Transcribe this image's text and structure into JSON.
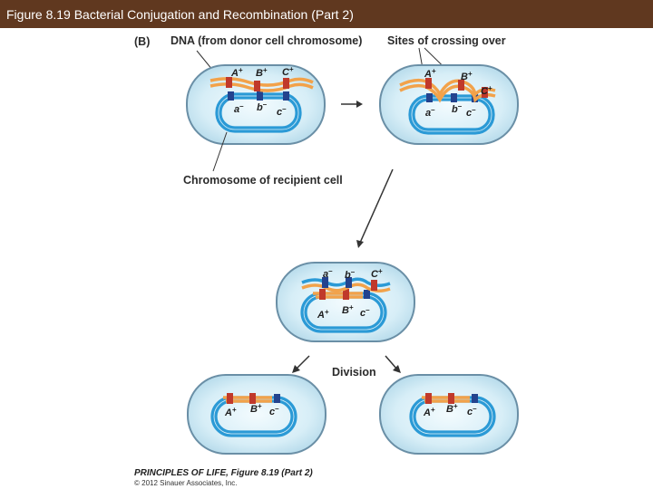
{
  "title": "Figure 8.19 Bacterial Conjugation and Recombination (Part 2)",
  "panel_label": "(B)",
  "labels": {
    "donor_dna": "DNA (from donor cell chromosome)",
    "crossing_sites": "Sites of crossing over",
    "recipient_chromosome": "Chromosome of recipient cell",
    "division": "Division"
  },
  "genes": {
    "A_plus": "A",
    "B_plus": "B",
    "C_plus": "C",
    "a_minus": "a",
    "b_minus": "b",
    "c_minus": "c",
    "plus": "+",
    "minus": "–"
  },
  "credit": {
    "line1": "PRINCIPLES OF LIFE, Figure 8.19 (Part 2)",
    "line2": "© 2012 Sinauer Associates, Inc."
  },
  "colors": {
    "title_bar": "#60381f",
    "cell_fill": "#cde9f4",
    "cell_edge": "#6a8fa6",
    "chromosome": "#2b9ad6",
    "donor_dna": "#f2a24a",
    "marker_red": "#c0392b",
    "marker_blue": "#23438e"
  }
}
